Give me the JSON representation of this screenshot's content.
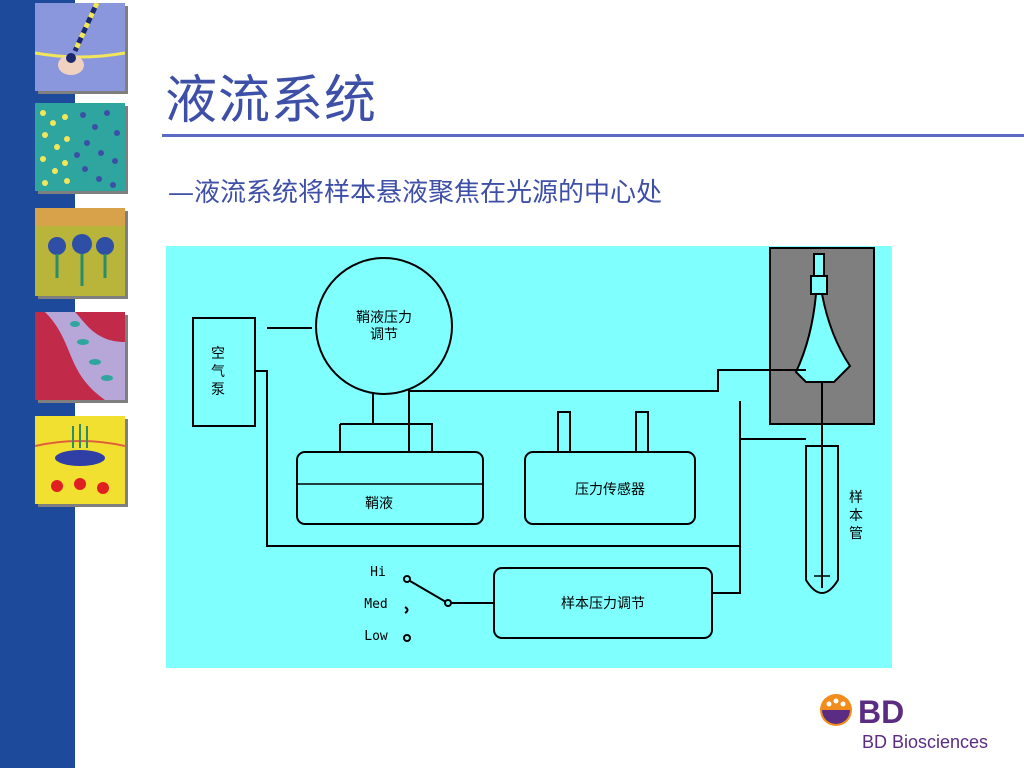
{
  "slide": {
    "title": "液流系统",
    "subtitle": "—液流系统将样本悬液聚焦在光源的中心处"
  },
  "diagram": {
    "sheath_pressure_regulator": [
      "鞘液压力",
      "调节"
    ],
    "air_pump": [
      "空",
      "气",
      "泵"
    ],
    "sheath_fluid": "鞘液",
    "pressure_sensor": "压力传感器",
    "sample_pressure_regulator": "样本压力调节",
    "sample_tube": [
      "样",
      "本",
      "管"
    ],
    "switch_levels": [
      "Hi",
      "Med",
      "Low"
    ]
  },
  "logo": {
    "brand": "BD",
    "division": "BD Biosciences"
  },
  "colors": {
    "sidebar": "#1e4a9c",
    "title": "#3e4fa8",
    "diagram_bg": "#80ffff",
    "flow_cell": "#7f7f7f",
    "logo_orange": "#f28c1c",
    "logo_purple": "#5a2d82"
  }
}
